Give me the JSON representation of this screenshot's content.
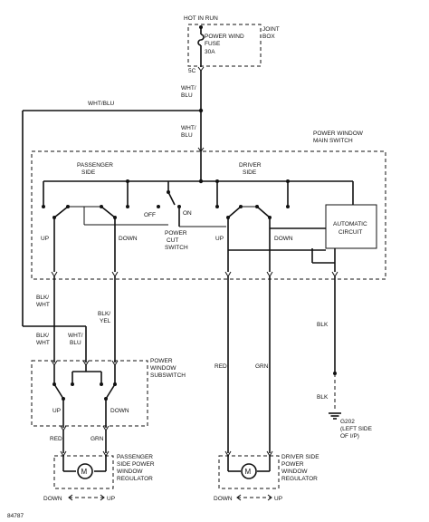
{
  "labels": {
    "hot_in_run": "HOT IN RUN",
    "joint_box_1": "JOINT",
    "joint_box_2": "BOX",
    "fuse_1": "POWER WIND",
    "fuse_2": "FUSE",
    "fuse_rating": "30A",
    "conn_5c": "5C",
    "wht_blu_a1": "WHT/",
    "wht_blu_a2": "BLU",
    "wht_blu_top": "WHT/BLU",
    "wht_blu_b1": "WHT/",
    "wht_blu_b2": "BLU",
    "main_switch_1": "POWER WINDOW",
    "main_switch_2": "MAIN SWITCH",
    "passenger_side_1": "PASSENGER",
    "passenger_side_2": "SIDE",
    "driver_side_1": "DRIVER",
    "driver_side_2": "SIDE",
    "off": "OFF",
    "on": "ON",
    "pass_up": "UP",
    "pass_down": "DOWN",
    "power_cut_1": "POWER",
    "power_cut_2": "CUT",
    "power_cut_3": "SWITCH",
    "drv_up": "UP",
    "drv_down": "DOWN",
    "auto_1": "AUTOMATIC",
    "auto_2": "CIRCUIT",
    "blk_wht_1a": "BLK/",
    "blk_wht_1b": "WHT",
    "blk_yel_1": "BLK/",
    "blk_yel_2": "YEL",
    "blk_wht_2a": "BLK/",
    "blk_wht_2b": "WHT",
    "wht_blu_c1": "WHT/",
    "wht_blu_c2": "BLU",
    "sub_1": "POWER",
    "sub_2": "WINDOW",
    "sub_3": "SUBSWITCH",
    "sub_up": "UP",
    "sub_down": "DOWN",
    "red_1": "RED",
    "grn_1": "GRN",
    "pass_reg_1": "PASSENGER",
    "pass_reg_2": "SIDE POWER",
    "pass_reg_3": "WINDOW",
    "pass_reg_4": "REGULATOR",
    "pass_down_arrow": "DOWN",
    "pass_up_arrow": "UP",
    "red_2": "RED",
    "grn_2": "GRN",
    "drv_reg_1": "DRIVER SIDE",
    "drv_reg_2": "POWER",
    "drv_reg_3": "WINDOW",
    "drv_reg_4": "REGULATOR",
    "drv_down_arrow": "DOWN",
    "drv_up_arrow": "UP",
    "blk_1": "BLK",
    "blk_2": "BLK",
    "g202_1": "G202",
    "g202_2": "(LEFT SIDE",
    "g202_3": "OF I/P)",
    "figure_id": "84787"
  }
}
